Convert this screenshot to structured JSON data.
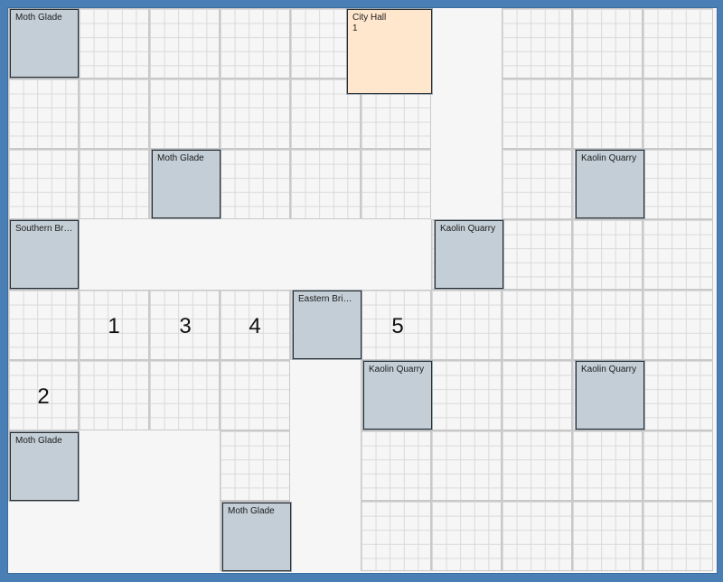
{
  "colors": {
    "frame": "#4a7fb5",
    "building": "#c3ced6",
    "city_hall": "#ffe7cd",
    "board": "#f6f6f6"
  },
  "buildings": [
    {
      "name": "Moth Glade",
      "label": "Moth Glade",
      "sub": ""
    },
    {
      "name": "City Hall",
      "label": "City Hall",
      "sub": "1"
    },
    {
      "name": "Moth Glade",
      "label": "Moth Glade",
      "sub": ""
    },
    {
      "name": "Kaolin Quarry",
      "label": "Kaolin Quarry",
      "sub": ""
    },
    {
      "name": "Southern Bridge",
      "label": "Southern Brid...",
      "sub": ""
    },
    {
      "name": "Kaolin Quarry",
      "label": "Kaolin Quarry",
      "sub": ""
    },
    {
      "name": "Eastern Bridge",
      "label": "Eastern Bridge",
      "sub": ""
    },
    {
      "name": "Kaolin Quarry",
      "label": "Kaolin Quarry",
      "sub": ""
    },
    {
      "name": "Kaolin Quarry",
      "label": "Kaolin Quarry",
      "sub": ""
    },
    {
      "name": "Moth Glade",
      "label": "Moth Glade",
      "sub": ""
    },
    {
      "name": "Moth Glade",
      "label": "Moth Glade",
      "sub": ""
    }
  ],
  "slot_numbers": [
    "1",
    "3",
    "4",
    "5",
    "2"
  ]
}
